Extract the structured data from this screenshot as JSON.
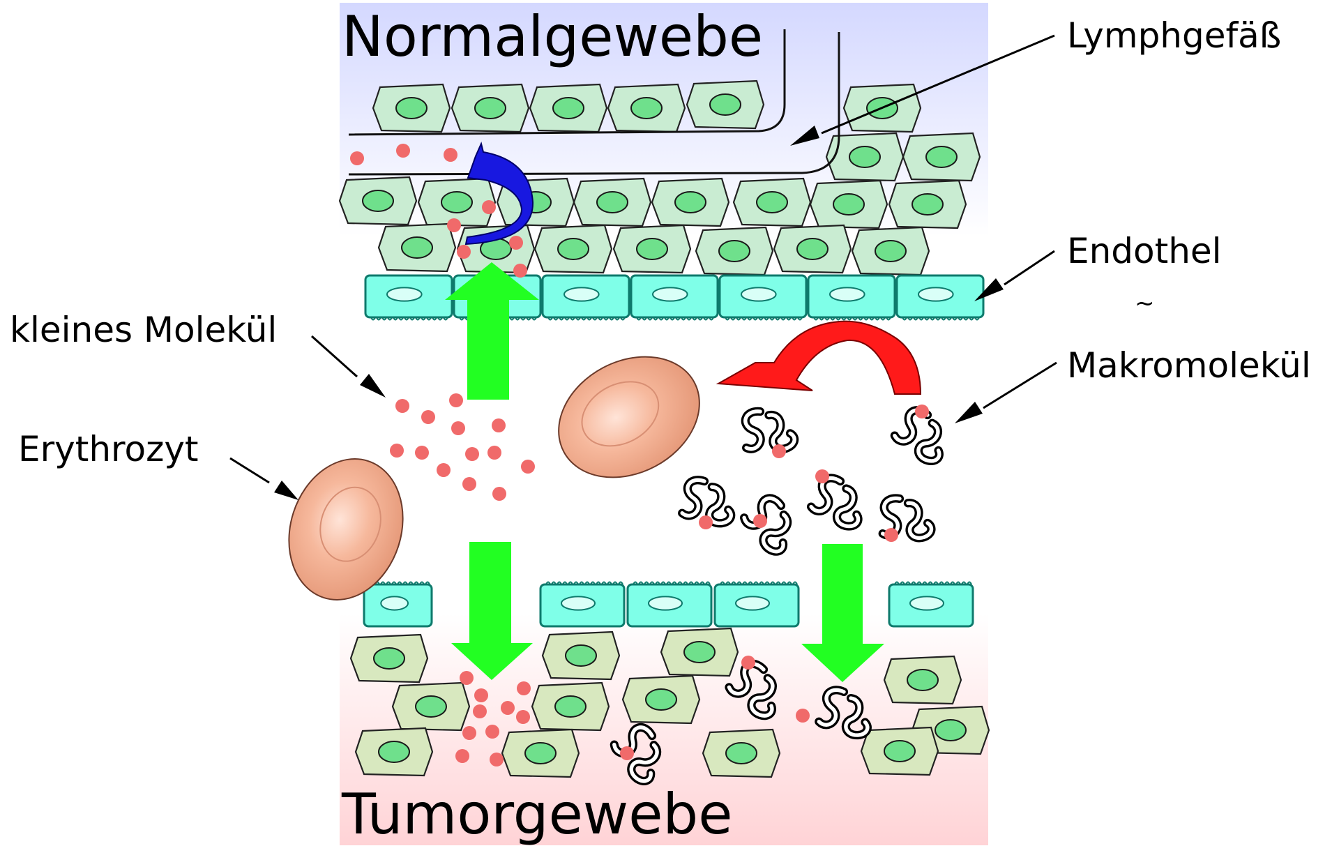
{
  "regions": {
    "normal_tissue": "Normalgewebe",
    "tumor_tissue": "Tumorgewebe"
  },
  "labels": {
    "lymph_vessel": "Lymphgefäß",
    "endothelium": "Endothel",
    "tilde": "~",
    "macromolecule": "Makromolekül",
    "small_molecule": "kleines Molekül",
    "erythrocyte": "Erythrozyt"
  },
  "colors": {
    "normal_bg": "#d8dcff",
    "tumor_bg": "#ffd5d8",
    "normal_cell": "#c9ecd2",
    "tumor_cell": "#d8e8bf",
    "nucleus": "#6fe08c",
    "endothelium": "#7fffe8",
    "molecule_dot": "#f06a6a",
    "flow_arrow": "#22ff22",
    "lymph_return_arrow": "#1818e0",
    "macromolecule_return_arrow": "#ff1a1a",
    "erythrocyte": "#f0a588"
  }
}
